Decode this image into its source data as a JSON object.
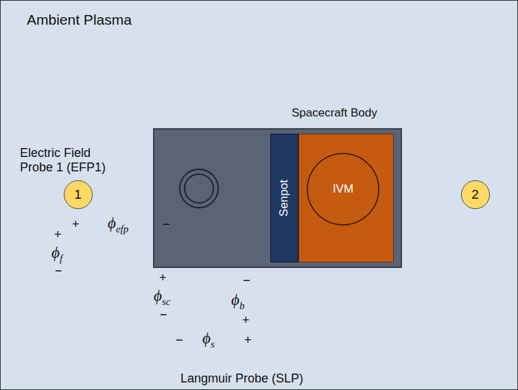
{
  "diagram": {
    "nodes": [
      {
        "text": [
          "Ambient Plasma"
        ]
      },
      {
        "text": [
          "Spacecraft Body"
        ],
        "in": 0
      },
      {
        "text": [
          "Senpot"
        ],
        "in": 1
      },
      {
        "text": [
          "IVM"
        ],
        "in": 1
      },
      {
        "text": [
          "1"
        ],
        "in": 0
      },
      {
        "text": [
          "2"
        ],
        "in": 0
      }
    ],
    "edges": [
      {
        "from": 1,
        "to": 4,
        "arrow": "none"
      },
      {
        "from": 1,
        "to": 5,
        "arrow": "none"
      }
    ],
    "labels": [
      "Electric Field Probe 1 (EFP1)",
      "+",
      "ϕefp",
      "−",
      "+",
      "ϕf",
      "−",
      "+",
      "ϕsc",
      "−",
      "−",
      "ϕb",
      "+",
      "−",
      "ϕs",
      "+",
      "Langmuir Probe (SLP)"
    ]
  }
}
